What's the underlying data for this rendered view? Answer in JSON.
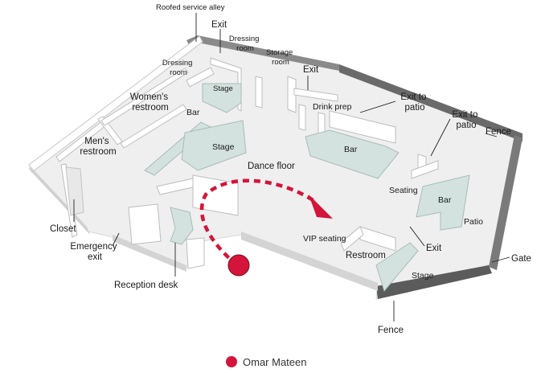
{
  "labels": {
    "roofed_alley": "Roofed service alley",
    "exit_top_left": "Exit",
    "dressing_room_1": [
      "Dressing",
      "room"
    ],
    "storage_room": [
      "Storage",
      "room"
    ],
    "exit_top_mid": "Exit",
    "dressing_room_2": [
      "Dressing",
      "room"
    ],
    "stage_top": "Stage",
    "womens_restroom": [
      "Women's",
      "restroom"
    ],
    "bar_left": "Bar",
    "drink_prep": "Drink prep",
    "exit_to_patio_1": [
      "Exit to",
      "patio"
    ],
    "exit_to_patio_2": [
      "Exit to",
      "patio"
    ],
    "fence_top": "Fence",
    "mens_restroom": [
      "Men's",
      "restroom"
    ],
    "stage_mid": "Stage",
    "bar_center": "Bar",
    "dance_floor": "Dance floor",
    "seating": "Seating",
    "bar_patio": "Bar",
    "patio": "Patio",
    "closet": "Closet",
    "emergency_exit": [
      "Emergency",
      "exit"
    ],
    "vip_seating": "VIP seating",
    "restroom": "Restroom",
    "exit_patio_bottom": "Exit",
    "gate": "Gate",
    "stage_bottom": "Stage",
    "reception_desk": "Reception desk",
    "fence_bottom": "Fence"
  },
  "legend": {
    "label": "Omar Mateen"
  },
  "colors": {
    "shooter": "#d4143a",
    "floor": "#f0f0f0",
    "wall_top": "#ffffff",
    "wall_side": "#c9c9c9",
    "fixture": "#d3e2de",
    "fence": "#5e5e5e"
  }
}
